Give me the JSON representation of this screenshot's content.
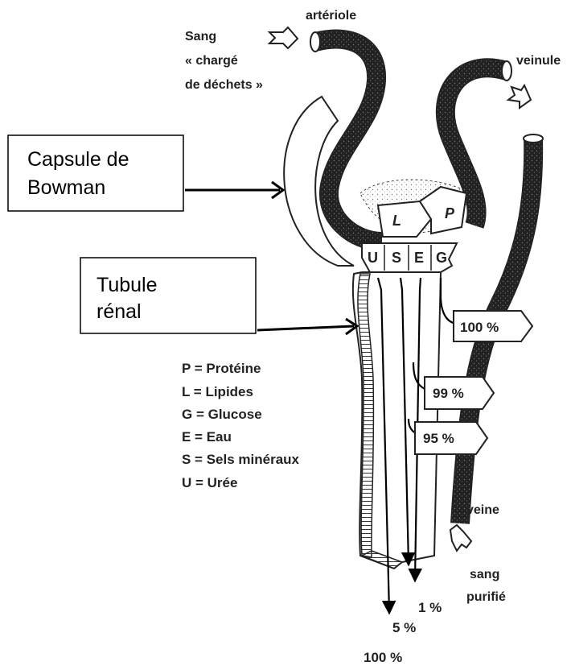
{
  "labels": {
    "arteriole": "artériole",
    "sang_line1": "Sang",
    "sang_line2": "« chargé",
    "sang_line3": "de déchets »",
    "veinule": "veinule",
    "veine": "veine",
    "sang_purifie_line1": "sang",
    "sang_purifie_line2": "purifié"
  },
  "boxes": {
    "capsule_line1": "Capsule de",
    "capsule_line2": "Bowman",
    "tubule_line1": "Tubule",
    "tubule_line2": "rénal"
  },
  "filter_letters": {
    "u": "U",
    "s": "S",
    "e": "E",
    "g": "G",
    "l": "L",
    "p": "P"
  },
  "reabsorption": {
    "glucose": "100 %",
    "eau": "99 %",
    "sels": "95 %"
  },
  "excretion": {
    "eau": "1 %",
    "sels": "5 %",
    "uree": "100 %"
  },
  "legend": [
    "P = Protéine",
    "L = Lipides",
    "G = Glucose",
    "E = Eau",
    "S = Sels minéraux",
    "U = Urée"
  ]
}
